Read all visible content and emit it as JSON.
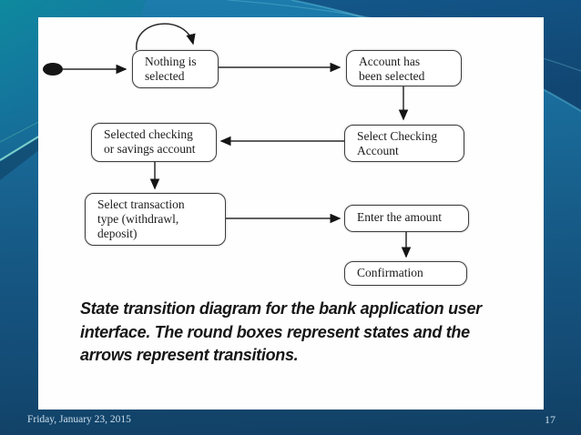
{
  "slide": {
    "footer": {
      "date": "Friday, January 23, 2015",
      "page_number": "17"
    },
    "caption": {
      "lines": [
        "State transition diagram for the bank application user",
        "interface. The round boxes represent states and the",
        "arrows represent transitions."
      ]
    }
  },
  "diagram": {
    "type": "state-transition-diagram",
    "states": [
      {
        "label": "Nothing is\nselected"
      },
      {
        "label": "Account has\nbeen selected"
      },
      {
        "label": "Selected checking\nor savings account"
      },
      {
        "label": "Select Checking\nAccount"
      },
      {
        "label": "Select transaction\ntype (withdrawl,\ndeposit)"
      },
      {
        "label": "Enter the amount"
      },
      {
        "label": "Confirmation"
      }
    ],
    "transitions": [
      "initial-dot -> Nothing is selected",
      "Nothing is selected -> Nothing is selected (self loop)",
      "Nothing is selected -> Account has been selected",
      "Account has been selected -> Select Checking Account",
      "Select Checking Account -> Selected checking or savings account",
      "Selected checking or savings account -> Select transaction type (withdrawl, deposit)",
      "Select transaction type (withdrawl, deposit) -> Enter the amount",
      "Enter the amount -> Confirmation"
    ]
  },
  "colors": {
    "background_top": "#1d7dad",
    "background_bottom": "#123f63",
    "teal_accent": "#0e8a9e",
    "corner_band": "#12507f",
    "highlight_line": "#8fe2d4",
    "content_background": "#fefefe",
    "state_border": "#3d3d3d",
    "arrow": "#222222",
    "caption_text": "#161616",
    "footer_text": "#ccdfec"
  }
}
